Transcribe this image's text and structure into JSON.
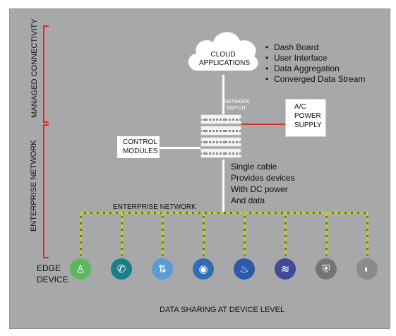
{
  "labels": {
    "managed_connectivity": "MANAGED CONNECTIVITY",
    "enterprise_network_vertical": "ENTERPRISE NETWORK",
    "cloud_line1": "CLOUD",
    "cloud_line2": "APPLICATIONS",
    "network_switch_line1": "NETWORK",
    "network_switch_line2": "SWITCH",
    "power_line1": "A/C",
    "power_line2": "POWER",
    "power_line3": "SUPPLY",
    "control_line1": "CONTROL",
    "control_line2": "MODULES",
    "enterprise_network_horizontal": "ENTERPRISE NETWORK",
    "edge_line1": "EDGE",
    "edge_line2": "DEVICE",
    "footer": "DATA SHARING AT DEVICE LEVEL"
  },
  "cloud_features": [
    "Dash Board",
    "User Interface",
    "Data Aggregation",
    "Converged Data Stream"
  ],
  "cable_note": [
    "Single cable",
    "Provides devices",
    "With DC power",
    "And data"
  ],
  "edge_devices": [
    {
      "icon": "person-icon",
      "glyph": "♙",
      "color": "#5cb85c"
    },
    {
      "icon": "phone-icon",
      "glyph": "✆",
      "color": "#1a7f86"
    },
    {
      "icon": "access-control-icon",
      "glyph": "⇅",
      "color": "#5b9bd5"
    },
    {
      "icon": "wifi-icon",
      "glyph": "◉",
      "color": "#2f6db5"
    },
    {
      "icon": "flame-icon",
      "glyph": "♨",
      "color": "#2a5aa8"
    },
    {
      "icon": "heater-icon",
      "glyph": "≋",
      "color": "#3f4a9a"
    },
    {
      "icon": "shield-icon",
      "glyph": "⛨",
      "color": "#757575"
    },
    {
      "icon": "camera-icon",
      "glyph": "◐",
      "color": "#8a8a8a"
    }
  ],
  "colors": {
    "panel": "#a7a8aa",
    "bracket": "#e02b26",
    "power_line": "#e02b26",
    "bus_light": "#c8c53a",
    "bus_dark": "#6d7b1f",
    "connector": "#ffffff"
  }
}
